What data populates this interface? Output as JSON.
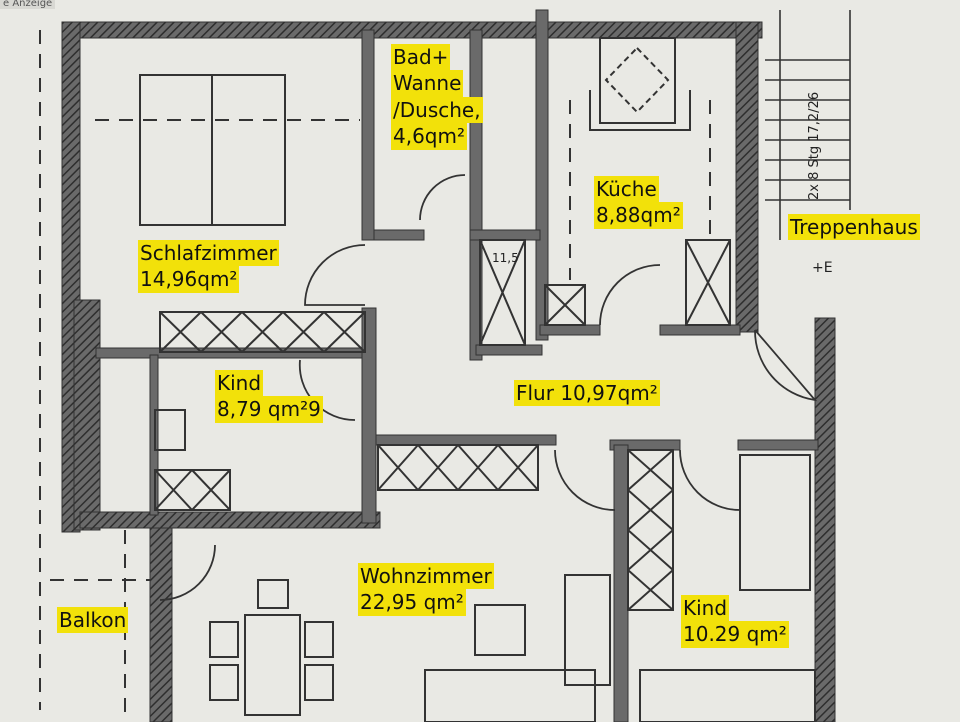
{
  "header": {
    "label": "e Anzeige"
  },
  "colors": {
    "highlight": "#f2e10a",
    "wall": "#4a4a4a",
    "paper": "#e9e9e4",
    "line": "#333333"
  },
  "rooms": [
    {
      "id": "bad",
      "lines": [
        "Bad+",
        "Wanne",
        "/Dusche,",
        "4,6qm²"
      ]
    },
    {
      "id": "kueche",
      "lines": [
        "Küche",
        "8,88qm²"
      ]
    },
    {
      "id": "treppenhaus",
      "lines": [
        "Treppenhaus"
      ]
    },
    {
      "id": "schlafzimmer",
      "lines": [
        "Schlafzimmer",
        "14,96qm²"
      ]
    },
    {
      "id": "kind1",
      "lines": [
        "Kind",
        "8,79 qm²9"
      ]
    },
    {
      "id": "flur",
      "lines": [
        "Flur 10,97qm²"
      ]
    },
    {
      "id": "wohnzimmer",
      "lines": [
        "Wohnzimmer",
        "22,95 qm²"
      ]
    },
    {
      "id": "balkon",
      "lines": [
        "Balkon"
      ]
    },
    {
      "id": "kind2",
      "lines": [
        "Kind",
        "10.29 qm²"
      ]
    }
  ],
  "annotations": {
    "stair_note": "2x 8 Stg 17,2/26",
    "duct_label": "11,5",
    "stair_symbol": "+E"
  }
}
